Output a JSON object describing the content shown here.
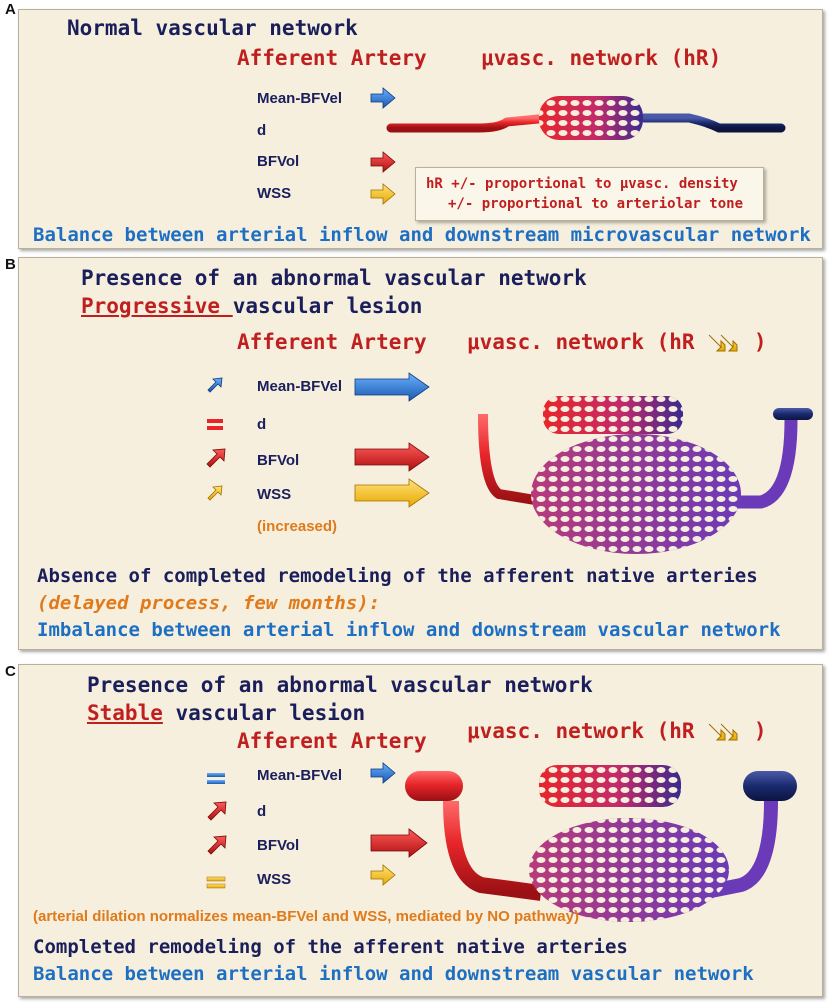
{
  "panels": [
    {
      "label": "A",
      "title": "Normal vascular network",
      "afferent": "Afferent Artery",
      "network": "μvasc. network (hR)",
      "params": [
        "Mean-BFVel",
        "d",
        "BFVol",
        "WSS"
      ],
      "hr_note_line1": "hR +/- proportional to μvasc. density",
      "hr_note_line2": "+/- proportional to arteriolar tone",
      "footer": "Balance between arterial inflow and downstream microvascular network"
    },
    {
      "label": "B",
      "title": "Presence of an abnormal vascular network",
      "lesion_word": "Progressive ",
      "lesion_rest": "vascular lesion",
      "afferent": "Afferent Artery",
      "network": "μvasc. network (hR",
      "network_close": ")",
      "params": [
        "Mean-BFVel",
        "d",
        "BFVol",
        "WSS"
      ],
      "note": "(increased)",
      "footer_line1": "Absence of completed remodeling of the afferent native arteries",
      "footer_line2": "(delayed process, few months):",
      "footer_line3": "Imbalance between arterial inflow and downstream vascular network"
    },
    {
      "label": "C",
      "title": "Presence of an abnormal vascular network",
      "lesion_word": "Stable",
      "lesion_rest": " vascular lesion",
      "afferent": "Afferent Artery",
      "network": "μvasc. network (hR",
      "network_close": ")",
      "params": [
        "Mean-BFVel",
        "d",
        "BFVol",
        "WSS"
      ],
      "note": "(arterial dilation normalizes mean-BFVel and WSS, mediated by NO pathway)",
      "footer_line1": "Completed remodeling of the afferent native arteries",
      "footer_line2": "Balance between arterial inflow and downstream vascular network"
    }
  ],
  "colors": {
    "artery_red": "#e8262a",
    "vein_navy": "#1a2a6e",
    "lesion_purple": "#7a3fb0",
    "arrow_blue": "#2a7fd4",
    "arrow_yellow": "#f7c51e",
    "panel_bg": "#f6efdd"
  }
}
